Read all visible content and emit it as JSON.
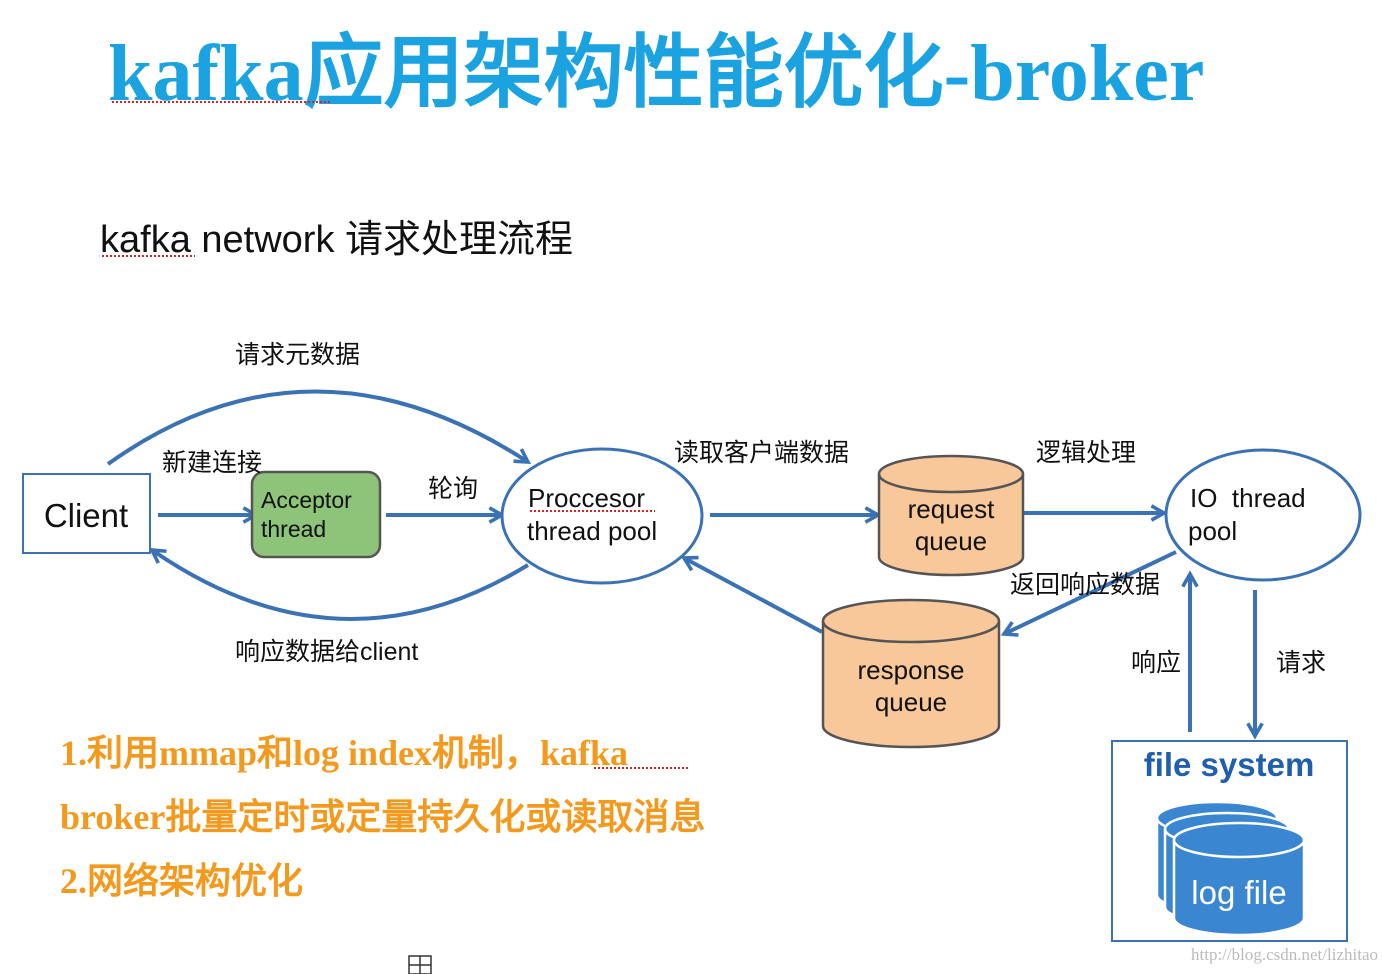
{
  "title": "kafka应用架构性能优化-broker",
  "subtitle": "kafka network 请求处理流程",
  "nodes": {
    "client": "Client",
    "acceptor": [
      "Acceptor",
      "thread"
    ],
    "processor": [
      "Proccesor",
      "thread pool"
    ],
    "request_queue": [
      "request",
      "queue"
    ],
    "response_queue": [
      "response",
      "queue"
    ],
    "io_pool": [
      "IO  thread",
      "pool"
    ],
    "file_system": "file system",
    "log_file": "log file"
  },
  "edge_labels": {
    "request_metadata": "请求元数据",
    "new_connection": "新建连接",
    "poll": "轮询",
    "read_client_data": "读取客户端数据",
    "logic_processing": "逻辑处理",
    "return_response_data": "返回响应数据",
    "response_to_client": "响应数据给client",
    "fs_response": "响应",
    "fs_request": "请求"
  },
  "notes": [
    "1.利用mmap和log index机制，kafka",
    "broker批量定时或定量持久化或读取消息",
    "2.网络架构优化"
  ],
  "watermark": "http://blog.csdn.net/lizhitao",
  "colors": {
    "title": "#1aa3e0",
    "arrow": "#3b72b4",
    "acceptor_fill": "#8ec47a",
    "queue_fill": "#f8c89a",
    "notes": "#f39a1e",
    "file_system_text": "#1f5fae",
    "log_file_fill": "#3a86d1"
  }
}
